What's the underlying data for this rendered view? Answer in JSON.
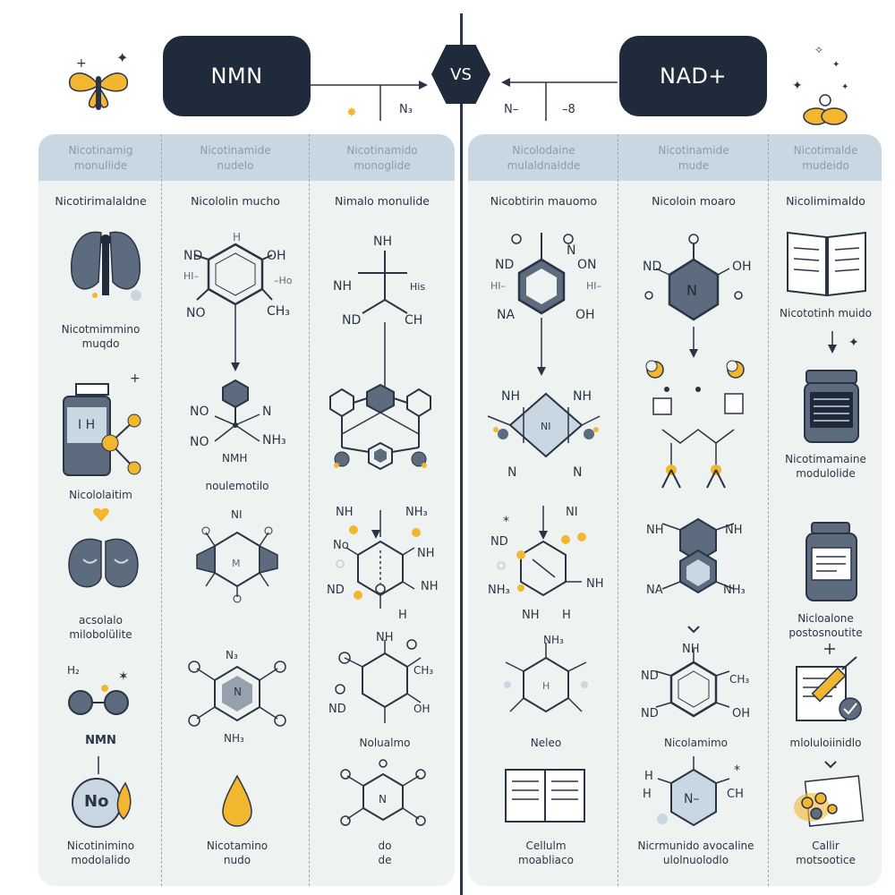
{
  "header": {
    "left_title": "NMN",
    "right_title": "NAD+",
    "vs_label": "VS",
    "left_arrow_note": "N₃",
    "right_arrow_note_a": "N–",
    "right_arrow_note_b": "–8"
  },
  "columns": [
    {
      "header": "Nicotinamig\nmonullide",
      "sub": "Nicotirimalaldne"
    },
    {
      "header": "Nicotinamide\nnudelo",
      "sub": "Nicololin mucho"
    },
    {
      "header": "Nicotinamido\nmonoglide",
      "sub": "Nimalo monulide"
    },
    {
      "header": "Nicolodaine\nmulaldnaldde",
      "sub": "Nicobtirin mauomo"
    },
    {
      "header": "Nicotinamide\nmude",
      "sub": "Nicoloin moaro"
    },
    {
      "header": "Nicotimalde\nmudeido",
      "sub": "Nicolimimaldo"
    }
  ],
  "labels": {
    "c1_r1": "Nicotmimmino\nmuqdo",
    "c1_r2": "Nicololaitim",
    "c1_r3": "acsolalo\nmilobolülite",
    "c1_r4": "NMN",
    "c1_r5": "Nicotinimino\nmodolalido",
    "c2_r2": "noulemotilo",
    "c2_r5": "Nicotamino\nnudo",
    "c3_r4": "Nolualmo",
    "c3_r5": "do\nde",
    "c4_r5": "Cellulm\nmoabliaco",
    "c4_r4": "Neleo",
    "c5_r4": "Nicolamimo",
    "c5_r5": "Nicrmunido avocaline\nulolnuolodlo",
    "c6_r1": "Nicototinh muido",
    "c6_r2": "Nicotimamaine\nmodulolide",
    "c6_r3": "Nicloalone\npostosnoutite",
    "c6_r4": "mloluloiinidlo",
    "c6_r5": "Callir\nmotsootice"
  },
  "chem": {
    "nd": "ND",
    "no": "NO",
    "oh": "OH",
    "ch3": "CH₃",
    "nh": "NH",
    "na": "NA",
    "on": "ON",
    "nh3": "NH₃",
    "n": "N",
    "h": "H",
    "ch": "CH",
    "hs": "His",
    "ho": "–Ho",
    "hi": "HI–",
    "ni": "NI",
    "nmh": "NMH",
    "no2": "No",
    "n_dash": "N–",
    "nc": "N₃",
    "m": "M",
    "no_big": "No",
    "h2": "H₂",
    "ih": "I H"
  },
  "colors": {
    "dark": "#1f2a3a",
    "accent": "#f2b62f",
    "panel": "#eef3f2",
    "head": "#c9d7e2",
    "slate": "#5d6b7e"
  }
}
